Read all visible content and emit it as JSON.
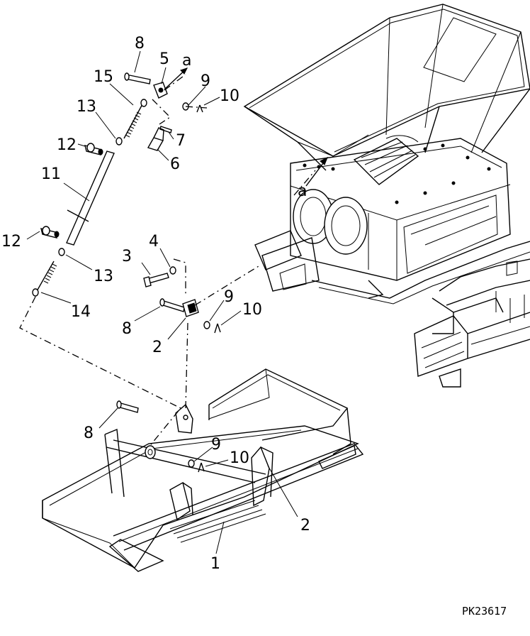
{
  "diagram": {
    "code": "PK23617",
    "reference_mark": "a",
    "callouts": {
      "c1": "1",
      "c2a": "2",
      "c2b": "2",
      "c3": "3",
      "c4": "4",
      "c5": "5",
      "c6": "6",
      "c7": "7",
      "c8a": "8",
      "c8b": "8",
      "c8c": "8",
      "c9a": "9",
      "c9b": "9",
      "c9c": "9",
      "c10a": "10",
      "c10b": "10",
      "c10c": "10",
      "c11": "11",
      "c12a": "12",
      "c12b": "12",
      "c13a": "13",
      "c13b": "13",
      "c14": "14",
      "c15": "15",
      "ra": "a",
      "rb": "a"
    }
  }
}
